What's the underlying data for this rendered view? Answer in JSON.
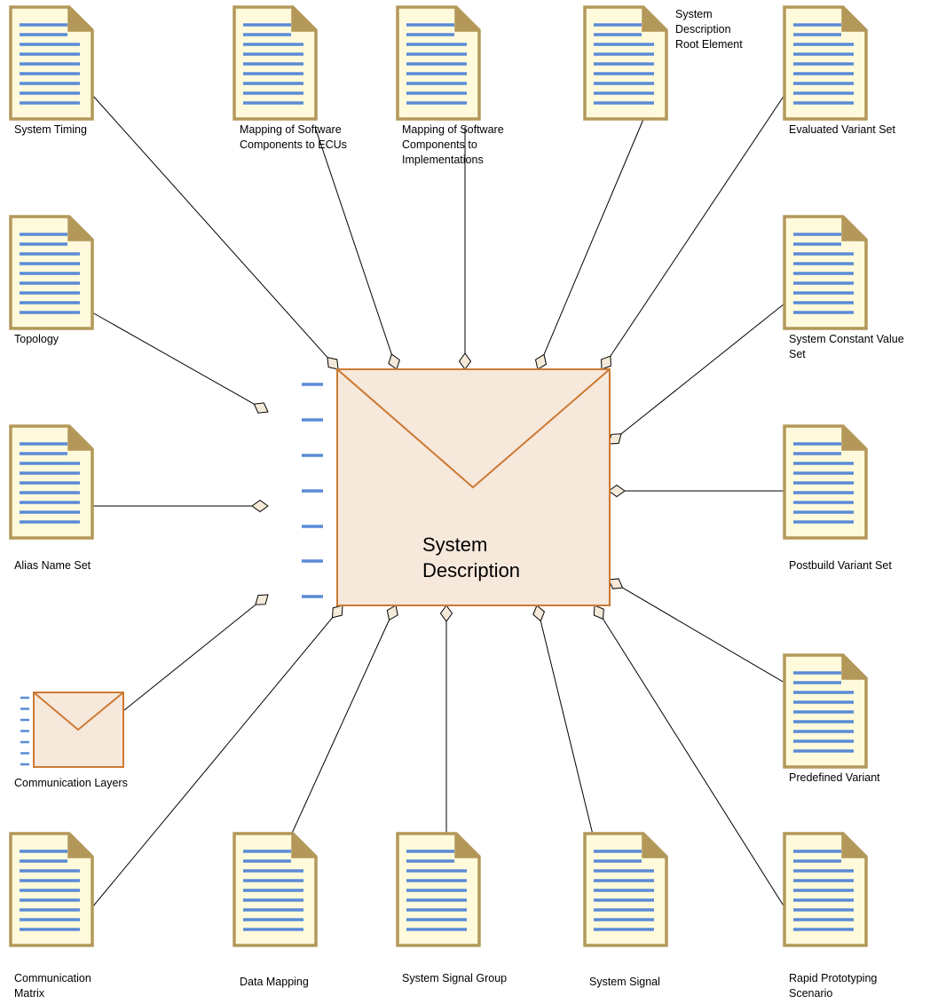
{
  "center": {
    "label_lines": [
      "System",
      "Description"
    ]
  },
  "nodes": [
    {
      "id": "system-timing",
      "kind": "doc",
      "label_lines": [
        "System Timing"
      ]
    },
    {
      "id": "mapping-swc-ecu",
      "kind": "doc",
      "label_lines": [
        "Mapping of Software",
        "Components to ECUs"
      ]
    },
    {
      "id": "mapping-swc-impl",
      "kind": "doc",
      "label_lines": [
        "Mapping of Software",
        "Components to",
        "Implementations"
      ]
    },
    {
      "id": "root-element",
      "kind": "doc",
      "label_lines": [
        "System",
        "Description",
        "Root Element"
      ]
    },
    {
      "id": "evaluated-variant-set",
      "kind": "doc",
      "label_lines": [
        "Evaluated Variant Set"
      ]
    },
    {
      "id": "topology",
      "kind": "doc",
      "label_lines": [
        "Topology"
      ]
    },
    {
      "id": "system-constant-value-set",
      "kind": "doc",
      "label_lines": [
        "System Constant Value",
        "Set"
      ]
    },
    {
      "id": "alias-name-set",
      "kind": "doc",
      "label_lines": [
        "Alias Name Set"
      ]
    },
    {
      "id": "postbuild-variant-set",
      "kind": "doc",
      "label_lines": [
        "Postbuild Variant Set"
      ]
    },
    {
      "id": "communication-layers",
      "kind": "package",
      "label_lines": [
        "Communication Layers"
      ]
    },
    {
      "id": "predefined-variant",
      "kind": "doc",
      "label_lines": [
        "Predefined Variant"
      ]
    },
    {
      "id": "communication-matrix",
      "kind": "doc",
      "label_lines": [
        "Communication",
        "Matrix"
      ]
    },
    {
      "id": "data-mapping",
      "kind": "doc",
      "label_lines": [
        "Data Mapping"
      ]
    },
    {
      "id": "system-signal-group",
      "kind": "doc",
      "label_lines": [
        "System Signal Group"
      ]
    },
    {
      "id": "system-signal",
      "kind": "doc",
      "label_lines": [
        "System Signal"
      ]
    },
    {
      "id": "rapid-prototyping-scenario",
      "kind": "doc",
      "label_lines": [
        "Rapid Prototyping",
        "Scenario"
      ]
    }
  ],
  "connections": [
    "system-timing",
    "mapping-swc-ecu",
    "mapping-swc-impl",
    "root-element",
    "evaluated-variant-set",
    "topology",
    "system-constant-value-set",
    "alias-name-set",
    "postbuild-variant-set",
    "communication-layers",
    "predefined-variant",
    "communication-matrix",
    "data-mapping",
    "system-signal-group",
    "system-signal",
    "rapid-prototyping-scenario"
  ],
  "colors": {
    "doc_fill": "#fffadc",
    "doc_border": "#b3985a",
    "doc_lines": "#5b8bd6",
    "package_fill": "#f7e8dc",
    "package_border": "#cc7a33",
    "diamond_fill": "#f5ead9",
    "line": "#000000"
  }
}
